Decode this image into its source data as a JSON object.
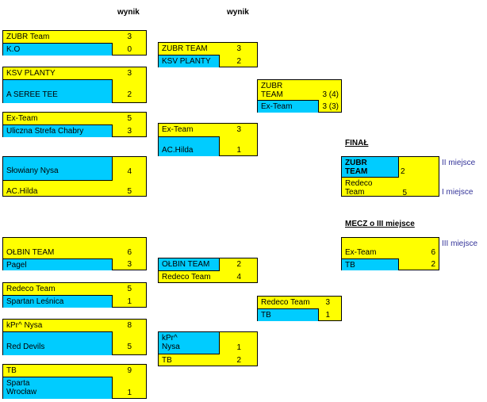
{
  "headers": {
    "col1": "wynik",
    "col2": "wynik"
  },
  "round1": [
    {
      "a": "ZUBR Team",
      "as": "3",
      "b": "K.O",
      "bs": "0"
    },
    {
      "a": "KSV PLANTY",
      "as": "3",
      "b": "A SEREE TEE",
      "bs": "2"
    },
    {
      "a": "Ex-Team",
      "as": "5",
      "b": "Uliczna Strefa Chabry",
      "bs": "3"
    },
    {
      "a": "Słowiany Nysa",
      "as": "4",
      "b": "AC.Hilda",
      "bs": "5"
    },
    {
      "a": "OŁBIN TEAM",
      "as": "6",
      "b": "Pagel",
      "bs": "3"
    },
    {
      "a": "Redeco Team",
      "as": "5",
      "b": "Spartan Leśnica",
      "bs": "1"
    },
    {
      "a": "kPr^ Nysa",
      "as": "8",
      "b": "Red Devils",
      "bs": "5"
    },
    {
      "a": "TB",
      "as": "9",
      "b": "Sparta Wrocław",
      "bs": "1"
    }
  ],
  "round2": [
    {
      "a": "ZUBR TEAM",
      "as": "3",
      "b": "KSV PLANTY",
      "bs": "2"
    },
    {
      "a": "Ex-Team",
      "as": "3",
      "b": "AC.Hilda",
      "bs": "1"
    },
    {
      "a": "OŁBIN TEAM",
      "as": "2",
      "b": "Redeco Team",
      "bs": "4"
    },
    {
      "a": "kPr^ Nysa",
      "as": "1",
      "b": "TB",
      "bs": "2"
    }
  ],
  "semis": [
    {
      "a": "ZUBR TEAM",
      "as": "3 (4)",
      "b": "Ex-Team",
      "bs": "3 (3)"
    },
    {
      "a": "Redeco Team",
      "as": "3",
      "b": "TB",
      "bs": "1"
    }
  ],
  "final": {
    "title": "FINAŁ",
    "a": "ZUBR TEAM",
    "as": "2",
    "a_place": "II miejsce",
    "b": "Redeco Team",
    "bs": "5",
    "b_place": "I miejsce"
  },
  "third": {
    "title": "MECZ o III miejsce",
    "place": "III miejsce",
    "a": "Ex-Team",
    "as": "6",
    "b": "TB",
    "bs": "2"
  }
}
